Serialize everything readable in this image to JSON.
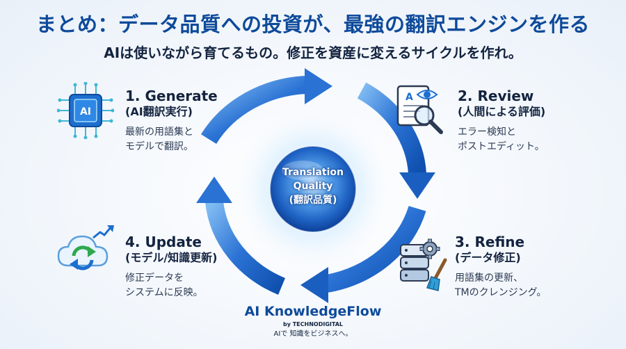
{
  "title": "まとめ：データ品質への投資が、最強の翻訳エンジンを作る",
  "subtitle": "AIは使いながら育てるもの。修正を資産に変えるサイクルを作れ。",
  "center": {
    "line1": "Translation",
    "line2": "Quality",
    "line3": "(翻訳品質)"
  },
  "steps": [
    {
      "title": "1. Generate",
      "subtitle": "(AI翻訳実行)",
      "desc1": "最新の用語集と",
      "desc2": "モデルで翻訳。",
      "icon": "ai-chip-icon",
      "icon_label": "AI"
    },
    {
      "title": "2. Review",
      "subtitle": "(人間による評価)",
      "desc1": "エラー検知と",
      "desc2": "ポストエディット。",
      "icon": "document-eye-magnifier-icon",
      "icon_label": "A"
    },
    {
      "title": "3. Refine",
      "subtitle": "(データ修正)",
      "desc1": "用語集の更新、",
      "desc2": "TMのクレンジング。",
      "icon": "database-gear-brush-icon"
    },
    {
      "title": "4. Update",
      "subtitle": "(モデル/知識更新)",
      "desc1": "修正データを",
      "desc2": "システムに反映。",
      "icon": "cloud-sync-icon"
    }
  ],
  "brand": {
    "name": "AI KnowledgeFlow",
    "by": "by TECHNODIGITAL",
    "tagline": "AIで 知識をビジネスへ。"
  },
  "colors": {
    "title": "#0e4a9a",
    "arrow_dark": "#1a5fc0",
    "arrow_light": "#6fb0f0",
    "orb": "#2a78d8"
  }
}
